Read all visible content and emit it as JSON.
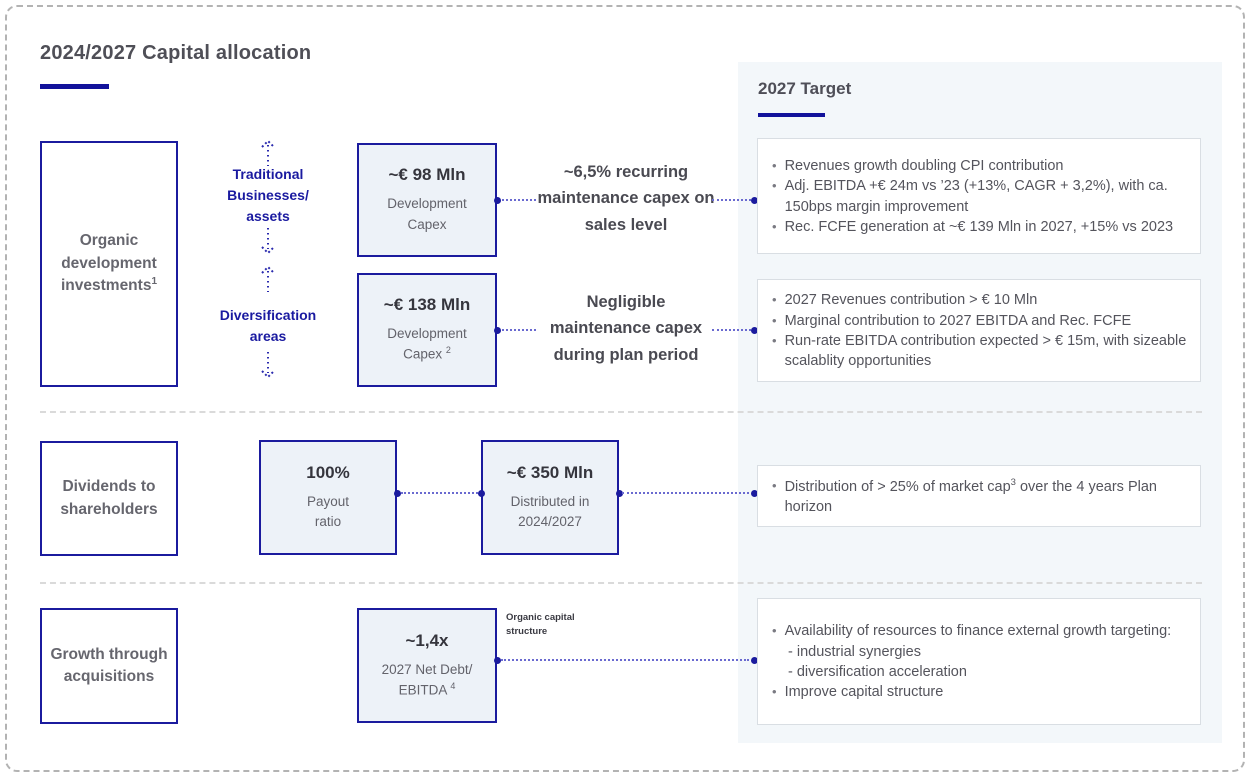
{
  "title": "2024/2027 Capital allocation",
  "colors": {
    "accent_navy": "#12129b",
    "connector_blue": "#6a6ad0",
    "panel_bg": "#f3f7fa",
    "value_box_fill": "#edf2f8",
    "bullet_box_border": "#d9dee3",
    "text_dark_gray": "#4a4a52",
    "text_gray": "#63636b",
    "separator_gray": "#dadada"
  },
  "target_panel": {
    "header": "2027 Target",
    "box1": {
      "bullet1": "Revenues growth doubling CPI contribution",
      "bullet2": "Adj. EBITDA +€ 24m vs ’23 (+13%, CAGR + 3,2%), with ca. 150bps margin improvement",
      "bullet3": "Rec. FCFE generation at ~€ 139 Mln in 2027, +15% vs 2023"
    },
    "box2": {
      "bullet1": "2027 Revenues contribution > € 10 Mln",
      "bullet2": "Marginal contribution to 2027 EBITDA and Rec. FCFE",
      "bullet3": "Run-rate EBITDA contribution expected > € 15m, with sizeable scalablity opportunities"
    },
    "box3": {
      "bullet1_pre": "Distribution of > 25% of market cap",
      "bullet1_sup": "3",
      "bullet1_post": " over the 4 years Plan horizon"
    },
    "box4": {
      "bullet1": "Availability of resources to finance external growth targeting:",
      "sub1": "- industrial synergies",
      "sub2": "- diversification acceleration",
      "bullet2": "Improve capital structure"
    }
  },
  "row1": {
    "category": "Organic development investments",
    "category_sup": "1",
    "flow_labels": {
      "traditional": [
        "Traditional",
        "Businesses/",
        "assets"
      ],
      "diversification": [
        "Diversification",
        "areas"
      ]
    },
    "capex1": {
      "value": "~€ 98 Mln",
      "label_line1": "Development",
      "label_line2": "Capex",
      "label_sup": ""
    },
    "capex2": {
      "value": "~€ 138 Mln",
      "label_line1": "Development",
      "label_line2": "Capex",
      "label_sup": "2"
    },
    "statement1": "~6,5% recurring maintenance capex on sales level",
    "statement2": "Negligible maintenance capex during plan period"
  },
  "row2": {
    "category": "Dividends to shareholders",
    "payout": {
      "value": "100%",
      "label": "Payout ratio"
    },
    "distributed": {
      "value": "~€ 350 Mln",
      "label": "Distributed in 2024/2027"
    }
  },
  "row3": {
    "category": "Growth through acquisitions",
    "netdebt": {
      "value": "~1,4x",
      "label_line1": "2027 Net Debt/",
      "label_line2": "EBITDA",
      "label_sup": "4"
    },
    "annotation": "Organic capital structure"
  }
}
